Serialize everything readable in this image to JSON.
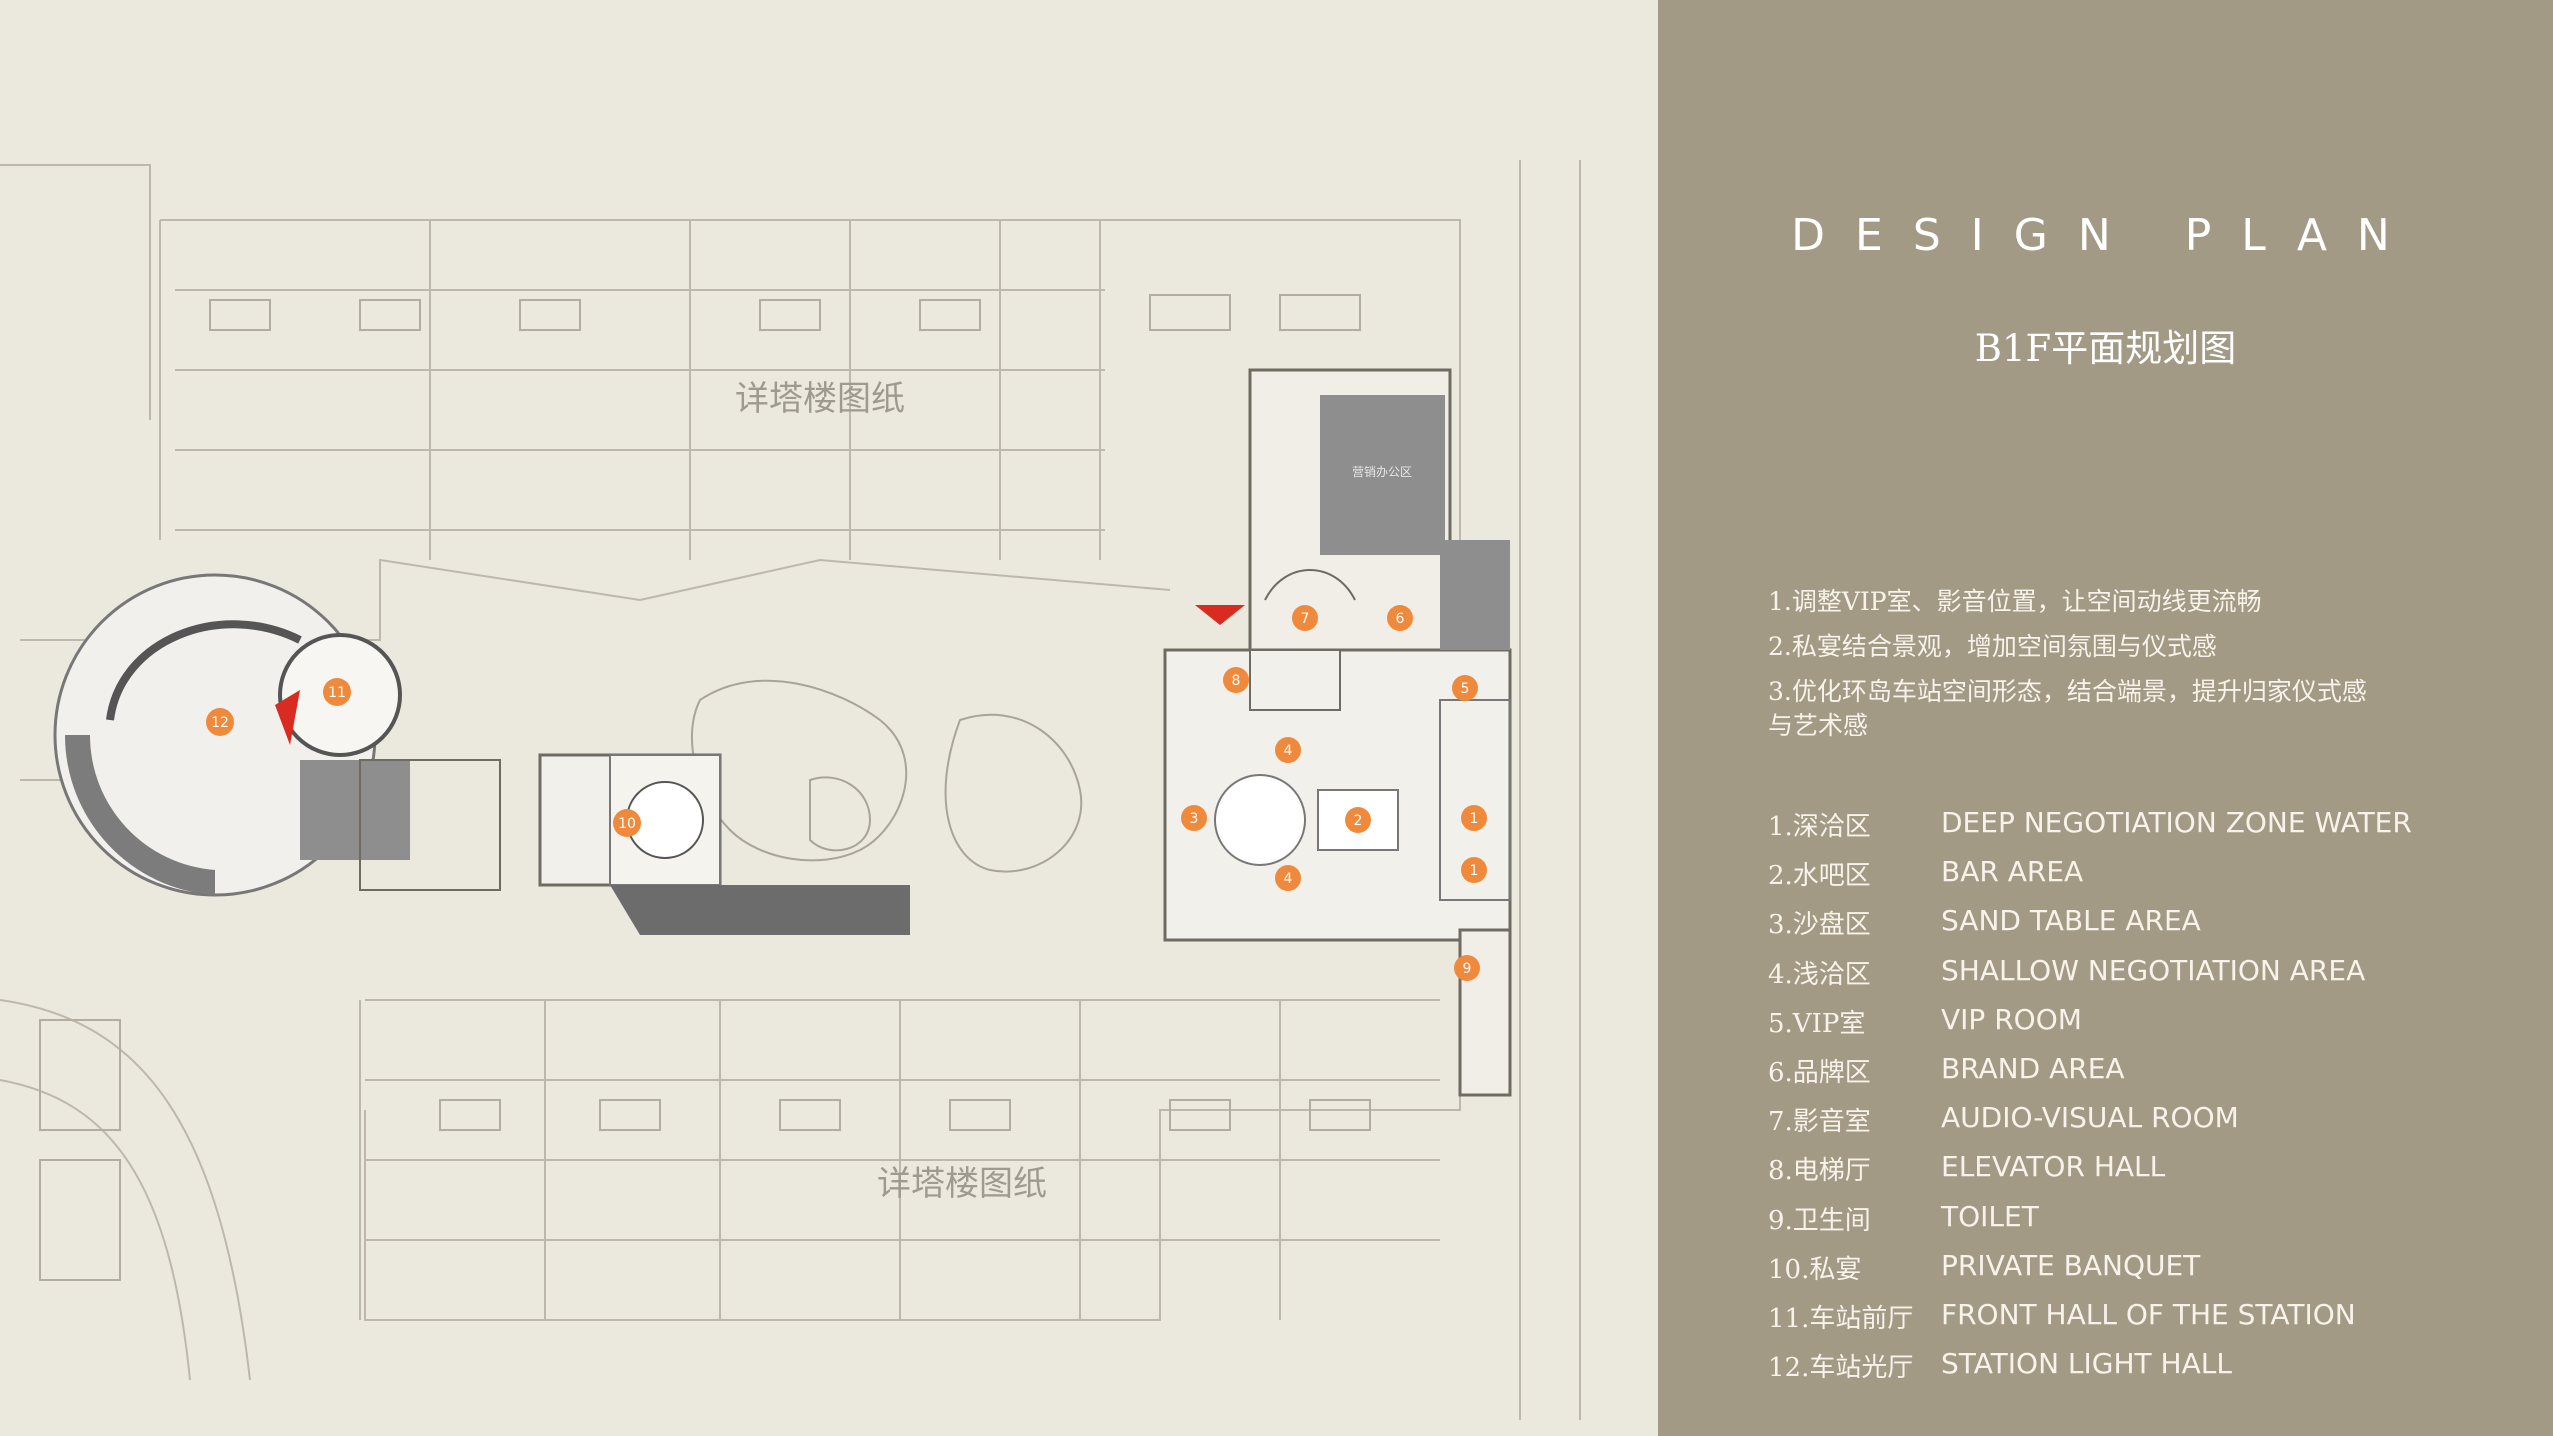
{
  "panel": {
    "title": "DESIGN PLAN",
    "subtitle": "B1F平面规划图",
    "notes": [
      "1.调整VIP室、影音位置，让空间动线更流畅",
      "2.私宴结合景观，增加空间氛围与仪式感",
      "3.优化环岛车站空间形态，结合端景，提升归家仪式感与艺术感"
    ]
  },
  "legend": [
    {
      "cn": "1.深洽区",
      "en": "DEEP NEGOTIATION ZONE WATER"
    },
    {
      "cn": "2.水吧区",
      "en": "BAR AREA"
    },
    {
      "cn": "3.沙盘区",
      "en": "SAND TABLE AREA"
    },
    {
      "cn": "4.浅洽区",
      "en": "SHALLOW NEGOTIATION AREA"
    },
    {
      "cn": "5.VIP室",
      "en": "VIP ROOM"
    },
    {
      "cn": "6.品牌区",
      "en": "BRAND AREA"
    },
    {
      "cn": "7.影音室",
      "en": "AUDIO-VISUAL ROOM"
    },
    {
      "cn": "8.电梯厅",
      "en": "ELEVATOR HALL"
    },
    {
      "cn": "9.卫生间",
      "en": "TOILET"
    },
    {
      "cn": "10.私宴",
      "en": "PRIVATE BANQUET"
    },
    {
      "cn": "11.车站前厅",
      "en": "FRONT HALL OF THE STATION"
    },
    {
      "cn": "12.车站光厅",
      "en": "STATION LIGHT HALL"
    }
  ],
  "plan": {
    "watermark_top": "详塔楼图纸",
    "watermark_bottom": "详塔楼图纸",
    "office_label": "营销办公区",
    "markers": [
      "1",
      "1",
      "2",
      "3",
      "4",
      "4",
      "5",
      "6",
      "7",
      "8",
      "9",
      "10",
      "11",
      "12"
    ]
  },
  "colors": {
    "panel_bg": "#a39a85",
    "paper_bg": "#ebe8dd",
    "marker_orange": "#ef8a3c",
    "accent_red": "#d92b1f",
    "dark_fill": "#8e8e8e"
  }
}
